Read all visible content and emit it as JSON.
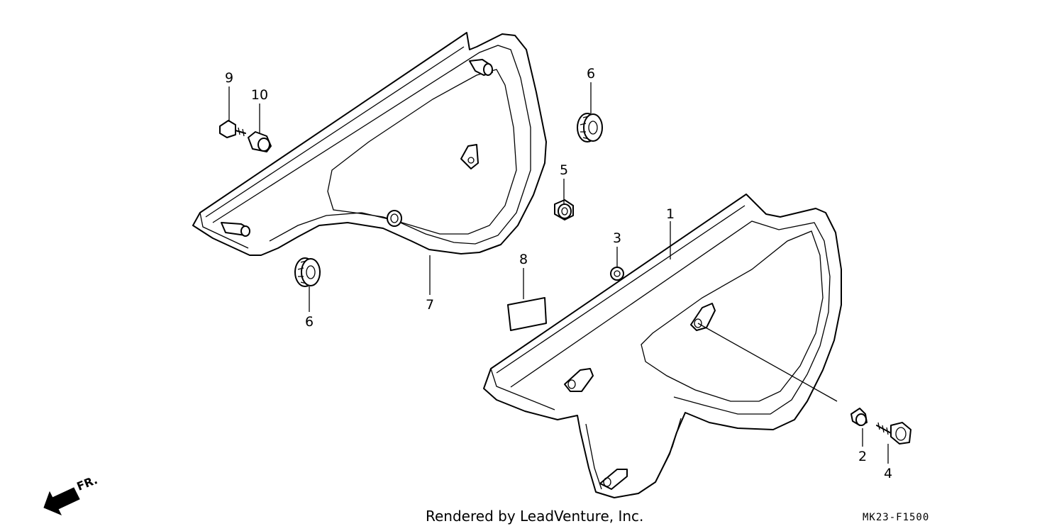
{
  "callouts": {
    "c1": "1",
    "c2": "2",
    "c3": "3",
    "c4": "4",
    "c5": "5",
    "c6a": "6",
    "c6b": "6",
    "c7": "7",
    "c8": "8",
    "c9": "9",
    "c10": "10"
  },
  "direction_label": "FR.",
  "footer_text": "Rendered by LeadVenture, Inc.",
  "diagram_code": "MK23-F1500"
}
